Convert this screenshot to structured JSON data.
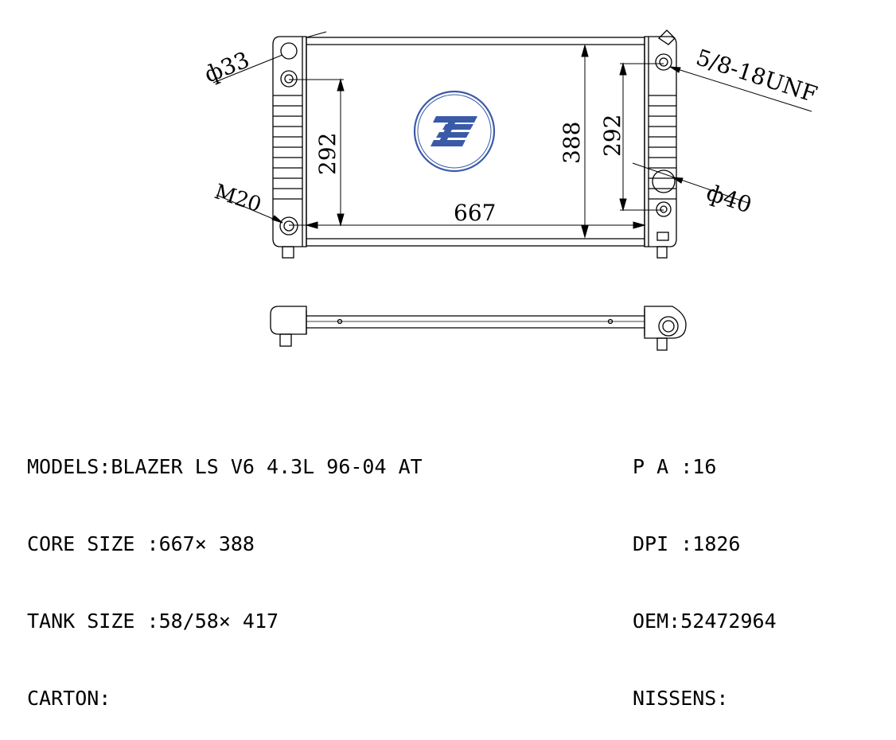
{
  "dimensions": {
    "pipe_dia_left": "ф33",
    "thread_spec": "5/8-18UNF",
    "height_left": "292",
    "height_core": "388",
    "height_right": "292",
    "width_core": "667",
    "fitting_left": "M20",
    "pipe_dia_right": "ф40"
  },
  "specs": {
    "models_label": "MODELS:",
    "models_value": "BLAZER LS V6 4.3L 96-04 AT",
    "core_label": "CORE SIZE :",
    "core_value": "667× 388",
    "tank_label": "TANK SIZE :",
    "tank_value": "58/58× 417",
    "carton_label": "CARTON:",
    "carton_value": "",
    "pa_label": "P A :",
    "pa_value": "16",
    "dpi_label": "DPI :",
    "dpi_value": "1826",
    "oem_label": "OEM:",
    "oem_value": "52472964",
    "nissens_label": "NISSENS:",
    "nissens_value": ""
  },
  "colors": {
    "line": "#000000",
    "logo": "#3a5aa8"
  }
}
